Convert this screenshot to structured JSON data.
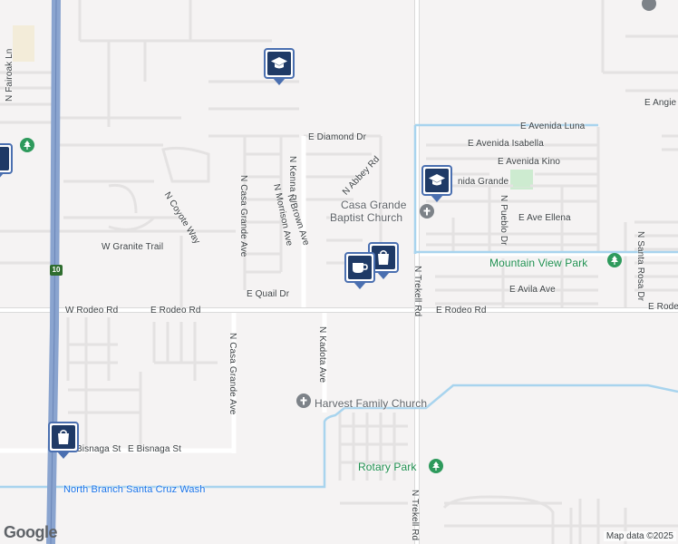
{
  "map": {
    "attribution": "Map data ©2025",
    "logo": "Google",
    "highway_shield": "10"
  },
  "streets": {
    "fairoak": "N Fairoak Ln",
    "diamond": "E Diamond Dr",
    "avenida_luna": "E Avenida Luna",
    "avenida_isabella": "E Avenida Isabella",
    "avenida_kino": "E Avenida Kino",
    "avenida_grande": "nida Grande",
    "angie": "E Angie",
    "abbey": "N Abbey Rd",
    "kenna": "N Kenna Pl",
    "brown": "N Brown Ave",
    "morrison": "N Morrison Ave",
    "casa_grande_ave_north": "N Casa Grande Ave",
    "coyote": "N Coyote Way",
    "granite": "W Granite Trail",
    "ave_ellena": "E Ave Ellena",
    "pueblo": "N Pueblo Dr",
    "santa_rosa": "N Santa Rosa Dr",
    "quail": "E Quail Dr",
    "avila": "E Avila Ave",
    "w_rodeo": "W Rodeo Rd",
    "e_rodeo_west": "E Rodeo Rd",
    "e_rodeo_mid": "E Rodeo Rd",
    "e_rodeo_east": "E Rode",
    "trekell_north": "N Trekell Rd",
    "trekell_south": "N Trekell Rd",
    "kadota": "N Kadota Ave",
    "casa_grande_ave_south": "N Casa Grande Ave",
    "bisnaga_west": "Bisnaga St",
    "bisnaga_east": "E Bisnaga St",
    "santa_cruz_wash": "North Branch Santa Cruz Wash"
  },
  "places": {
    "church_line1": "Casa Grande",
    "church_line2": "Baptist Church",
    "mountain_view_park": "Mountain View Park",
    "harvest_church": "Harvest Family Church",
    "rotary_park": "Rotary Park"
  },
  "icons": {
    "school": "school-icon",
    "cafe": "coffee-cup-icon",
    "shopping": "shopping-bag-icon",
    "worship": "cross-icon",
    "park": "tree-icon"
  },
  "colors": {
    "background": "#f5f3f3",
    "road": "#ffffff",
    "highway": "#8aa4cf",
    "water": "#a8d4ee",
    "park_green": "#2e9a5c",
    "pin_navy": "#1f3a66"
  }
}
